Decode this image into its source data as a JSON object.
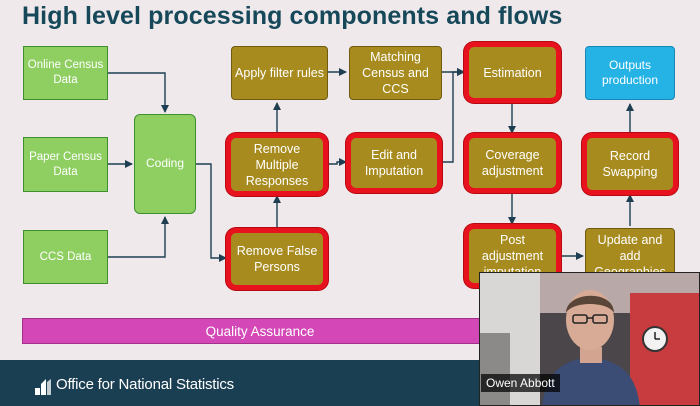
{
  "title": "High level processing components and flows",
  "boxes": {
    "online_census": "Online Census Data",
    "paper_census": "Paper Census Data",
    "ccs_data": "CCS Data",
    "coding": "Coding",
    "apply_filter": "Apply filter rules",
    "remove_multiple": "Remove Multiple Responses",
    "remove_false": "Remove False Persons",
    "matching": "Matching Census and CCS",
    "edit_imputation": "Edit and Imputation",
    "estimation": "Estimation",
    "coverage_adjustment": "Coverage adjustment",
    "post_adjustment": "Post adjustment imputation",
    "update_geographies": "Update and add Geographies",
    "record_swapping": "Record Swapping",
    "outputs_production": "Outputs production"
  },
  "quality_assurance": "Quality Assurance",
  "footer": {
    "org_name": "Office for National Statistics"
  },
  "video": {
    "participant_name": "Owen Abbott"
  },
  "colors": {
    "title": "#16485a",
    "input_box": "#8fcf61",
    "process_box": "#a88b1e",
    "highlight_border": "#e8121e",
    "output_box": "#25b2e5",
    "qa_bar": "#d347b6",
    "footer": "#1b3f52"
  }
}
